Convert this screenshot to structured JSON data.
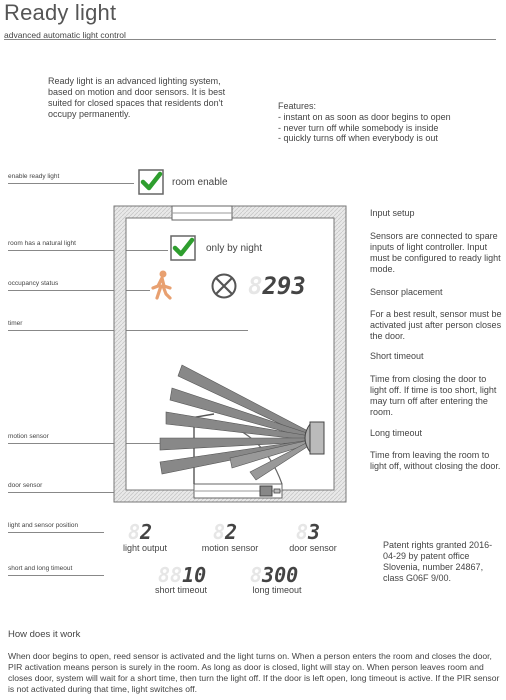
{
  "header": {
    "title": "Ready light",
    "subtitle": "advanced automatic light control"
  },
  "intro": "Ready light is an advanced lighting system, based on motion and door sensors. It is best suited for closed spaces that residents don't occupy permanently.",
  "features": {
    "heading": "Features:",
    "items": [
      "- instant on as soon as door begins to open",
      "- never turn off while somebody is inside",
      "- quickly turns off when everybody is out"
    ]
  },
  "left_labels": {
    "enable": "enable ready light",
    "natural_light": "room has a natural light",
    "occupancy": "occupancy status",
    "timer": "timer",
    "motion_sensor": "motion sensor",
    "door_sensor": "door sensor",
    "position": "light and sensor position",
    "timeouts": "short and long timeout"
  },
  "controls": {
    "room_enable": {
      "label": "room enable",
      "checked": true
    },
    "only_by_night": {
      "label": "only by night",
      "checked": true
    }
  },
  "timer_display": {
    "ghost": "8",
    "value": "293"
  },
  "info": {
    "input_setup_title": "Input setup",
    "input_setup_text": "Sensors are connected to spare inputs of light controller. Input must be configured to ready light mode.",
    "sensor_placement_title": "Sensor placement",
    "sensor_placement_text": "For a best result, sensor must be activated just after person closes the door.",
    "short_timeout_title": "Short timeout",
    "short_timeout_text": "Time from closing the door to light off. If time is too short, light may turn off after entering the room.",
    "long_timeout_title": "Long timeout",
    "long_timeout_text": "Time from leaving the room to light off, without closing the door."
  },
  "positions": {
    "light_output": {
      "ghost": "8",
      "value": "2",
      "label": "light output"
    },
    "motion_sensor": {
      "ghost": "8",
      "value": "2",
      "label": "motion sensor"
    },
    "door_sensor": {
      "ghost": "8",
      "value": "3",
      "label": "door sensor"
    }
  },
  "timeouts": {
    "short": {
      "ghost": "88",
      "value": "10",
      "label": "short timeout"
    },
    "long": {
      "ghost": "8",
      "value": "300",
      "label": "long timeout"
    }
  },
  "patent": "Patent rights granted 2016-04-29 by patent office Slovenia, number 24867, class G06F 9/00.",
  "how": {
    "title": "How does it work",
    "text": "When door begins to open, reed sensor is activated and the light turns on. When a person enters the room and closes the door, PIR activation means person is surely in the room. As long as door is closed, light will stay on. When person leaves room and closes door, system will wait for a short time, then turn the light off. If the door is left open, long timeout is active. If the PIR sensor is not activated during that time, light switches off."
  },
  "colors": {
    "check_green": "#2e9e2e",
    "wall_fill": "#e6e6e6",
    "person_orange": "#e8a070",
    "text": "#444444"
  }
}
